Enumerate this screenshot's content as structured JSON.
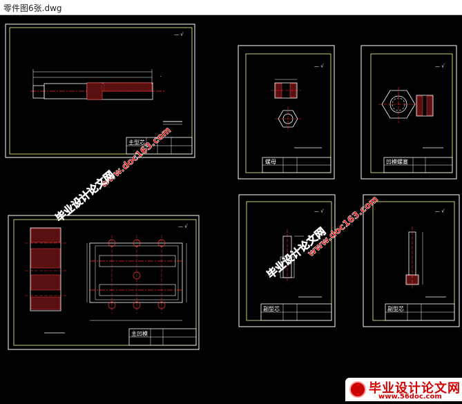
{
  "window": {
    "title": "零件图6张.dwg"
  },
  "sheets": {
    "sheet1": {
      "title_block_label": "主型芯"
    },
    "sheet2": {
      "title_block_label": "螺母"
    },
    "sheet3": {
      "title_block_label": "凹模螺塞"
    },
    "sheet4": {
      "title_block_label": "主凹模"
    },
    "sheet5": {
      "title_block_label": "副型芯"
    },
    "sheet6": {
      "title_block_label": "副型芯"
    }
  },
  "watermarks": {
    "url_text": "www.doc163.com",
    "cn_text": "毕业设计论文网"
  },
  "logo": {
    "main_text": "毕业设计论文网",
    "url_text": "www.56doc.com"
  },
  "colors": {
    "frame_border": "#ffffff",
    "frame_inner": "#ffff88",
    "centerline": "#ff3030",
    "geometry": "#ffffff",
    "hatch": "#ff4040",
    "watermark": "#e00000",
    "watermark_outline": "#ffffff"
  }
}
